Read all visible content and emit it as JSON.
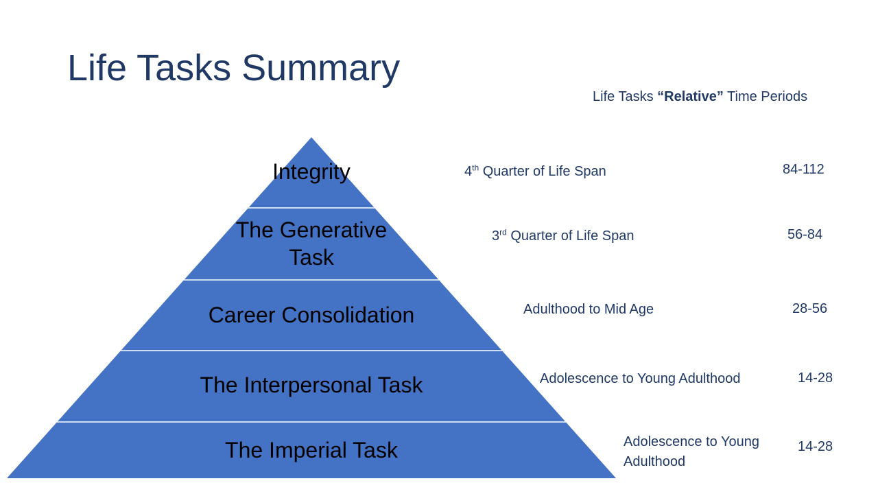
{
  "title": "Life Tasks Summary",
  "subtitle": {
    "before": "Life Tasks ",
    "emphasis": "“Relative”",
    "after": " Time Periods"
  },
  "colors": {
    "pyramid_fill": "#4472c4",
    "divider": "#ffffff",
    "title_text": "#1f3864"
  },
  "tiers": [
    {
      "label_line1": "Integrity",
      "label_line2": "",
      "period_ordinal": "4",
      "period_suffix": "th",
      "period_text": " Quarter of Life Span",
      "period_line2": "",
      "range": "84-112"
    },
    {
      "label_line1": "The Generative",
      "label_line2": "Task",
      "period_ordinal": "3",
      "period_suffix": "rd",
      "period_text": " Quarter of Life Span",
      "period_line2": "",
      "range": "56-84"
    },
    {
      "label_line1": "Career Consolidation",
      "label_line2": "",
      "period_ordinal": "",
      "period_suffix": "",
      "period_text": "Adulthood to Mid Age",
      "period_line2": "",
      "range": "28-56"
    },
    {
      "label_line1": "The Interpersonal Task",
      "label_line2": "",
      "period_ordinal": "",
      "period_suffix": "",
      "period_text": "Adolescence to Young Adulthood",
      "period_line2": "",
      "range": "14-28"
    },
    {
      "label_line1": "The Imperial Task",
      "label_line2": "",
      "period_ordinal": "",
      "period_suffix": "",
      "period_text": "Adolescence to Young",
      "period_line2": "Adulthood",
      "range": "14-28"
    }
  ]
}
